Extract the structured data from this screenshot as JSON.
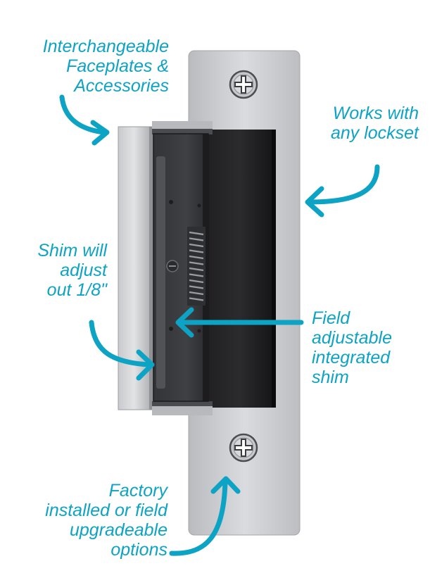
{
  "accent_color": "#0da3c4",
  "product": {
    "description": "electric strike with faceplate",
    "icon_names": [
      "phillips-screw-icon",
      "spring-icon"
    ]
  },
  "callouts": {
    "faceplates": "Interchangeable\nFaceplates &\nAccessories",
    "lockset": "Works with\nany lockset",
    "shim_adjust": "Shim will\nadjust\nout 1/8\"",
    "field_shim": "Field\nadjustable\nintegrated\nshim",
    "factory_options": "Factory\ninstalled or field\nupgradeable\noptions"
  }
}
